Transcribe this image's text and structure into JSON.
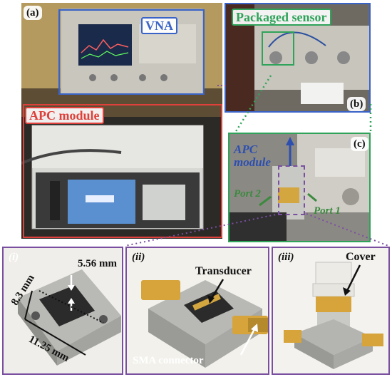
{
  "panels": {
    "a": {
      "tag": "(a)"
    },
    "b": {
      "tag": "(b)"
    },
    "c": {
      "tag": "(c)"
    },
    "i": {
      "tag": "(i)"
    },
    "ii": {
      "tag": "(ii)"
    },
    "iii": {
      "tag": "(iii)"
    }
  },
  "labels": {
    "vna": "VNA",
    "apc_module": "APC module",
    "packaged_sensor": "Packaged sensor",
    "apc_c_line1": "APC",
    "apc_c_line2": "module",
    "port2": "Port 2",
    "port1": "Port 1",
    "dim_width": "5.56 mm",
    "dim_height": "8.3 mm",
    "dim_length": "11.25 mm",
    "transducer": "Transducer",
    "sma_connector": "SMA connector",
    "cover": "Cover"
  },
  "colors": {
    "vna": "#3a63c8",
    "apc": "#e0403a",
    "sensor": "#2fa35a",
    "inset": "#7a4fa0",
    "port_text": "#3b8a3e",
    "apc_c_text": "#2c4fb0"
  },
  "icons": {
    "arrow": "white-arrow-icon",
    "port_arrow": "green-arrow-icon",
    "apc_arrow": "blue-arrow-icon"
  }
}
